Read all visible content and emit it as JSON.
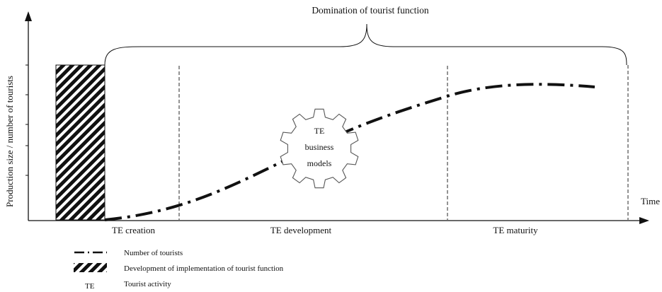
{
  "header": {
    "title": "Domination of tourist function"
  },
  "axes": {
    "y_label": "Production size / number of tourists",
    "x_label": "Time"
  },
  "phases": [
    {
      "label": "TE creation"
    },
    {
      "label": "TE development"
    },
    {
      "label": "TE maturity"
    }
  ],
  "gear": {
    "lines": [
      "TE",
      "business",
      "models"
    ]
  },
  "legend": {
    "items": [
      {
        "symbol": "dash-dot-line",
        "label": "Number of tourists"
      },
      {
        "symbol": "hatched-block",
        "label": "Development of implementation of tourist function"
      },
      {
        "symbol": "TE",
        "label": "Tourist activity"
      }
    ]
  },
  "colors": {
    "ink": "#111111",
    "background": "#ffffff"
  }
}
